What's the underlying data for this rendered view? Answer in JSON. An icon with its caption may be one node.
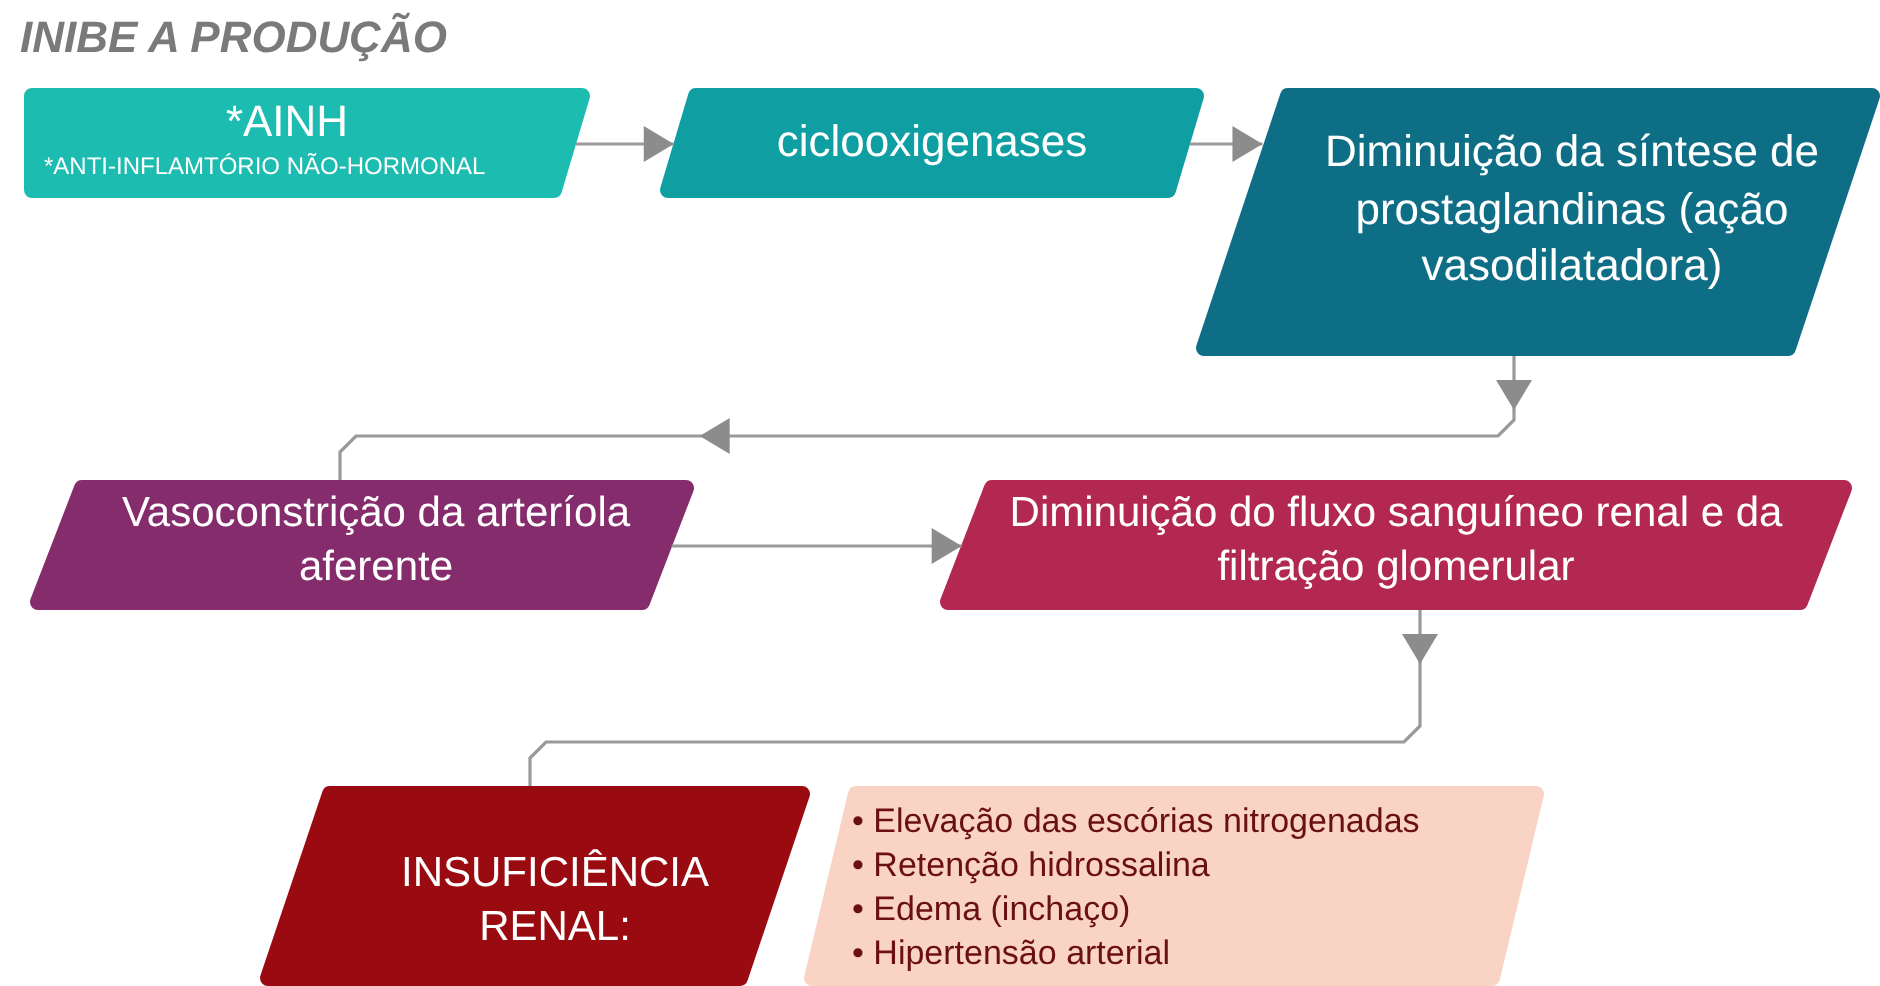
{
  "diagram": {
    "title": "INIBE A PRODUÇÃO",
    "nodes": [
      {
        "text": [
          "*AINH",
          "*ANTI-INFLAMTÓRIO NÃO-HORMONAL"
        ]
      },
      {
        "text": [
          "ciclooxigenases"
        ]
      },
      {
        "text": [
          "Diminuição da síntese de prostaglandinas (ação vasodilatadora)"
        ]
      },
      {
        "text": [
          "Vasoconstrição da arteríola aferente"
        ]
      },
      {
        "text": [
          "Diminuição do fluxo sanguíneo renal e da filtração glomerular"
        ]
      },
      {
        "text": [
          "INSUFICIÊNCIA RENAL:"
        ]
      },
      {
        "text": [
          "• Elevação das escórias nitrogenadas",
          "• Retenção hidrossalina",
          "• Edema (inchaço)",
          "• Hipertensão arterial"
        ]
      }
    ],
    "edges": [
      {
        "from": 0,
        "to": 1,
        "arrow": "to"
      },
      {
        "from": 1,
        "to": 2,
        "arrow": "to"
      },
      {
        "from": 2,
        "to": 3,
        "arrow": "to"
      },
      {
        "from": 3,
        "to": 4,
        "arrow": "to"
      },
      {
        "from": 4,
        "to": 5,
        "arrow": "to"
      }
    ]
  }
}
